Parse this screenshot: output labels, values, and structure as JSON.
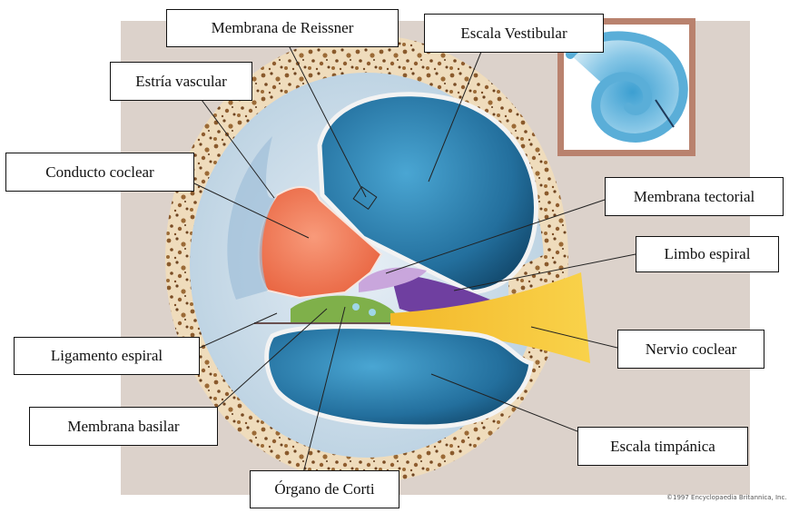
{
  "labels": {
    "reissner": "Membrana de Reissner",
    "vestibular": "Escala Vestibular",
    "estria": "Estría vascular",
    "conducto": "Conducto coclear",
    "tectorial": "Membrana tectorial",
    "limbo": "Limbo espiral",
    "ligamento": "Ligamento espiral",
    "nervio": "Nervio coclear",
    "basilar": "Membrana basilar",
    "timpanica": "Escala timpánica",
    "corti": "Órgano de Corti"
  },
  "credit": "©1997 Encyclopaedia Britannica, Inc.",
  "colors": {
    "background_panel": "#dcd2cb",
    "bone": "#efdcbc",
    "scala_blue": "#1e6c9a",
    "cochlear_duct": "#f07a58",
    "nerve": "#f3c22a",
    "limbus": "#6f3fa0",
    "tectorial": "#c9a6dc",
    "organ_corti": "#7fb04a"
  }
}
